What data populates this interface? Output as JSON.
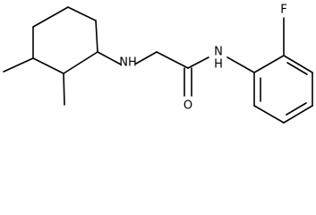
{
  "molecule": {
    "atom_labels": {
      "amine": "NH",
      "amide_n": "N",
      "amide_h": "H",
      "carbonyl_o": "O",
      "fluorine": "F"
    }
  }
}
